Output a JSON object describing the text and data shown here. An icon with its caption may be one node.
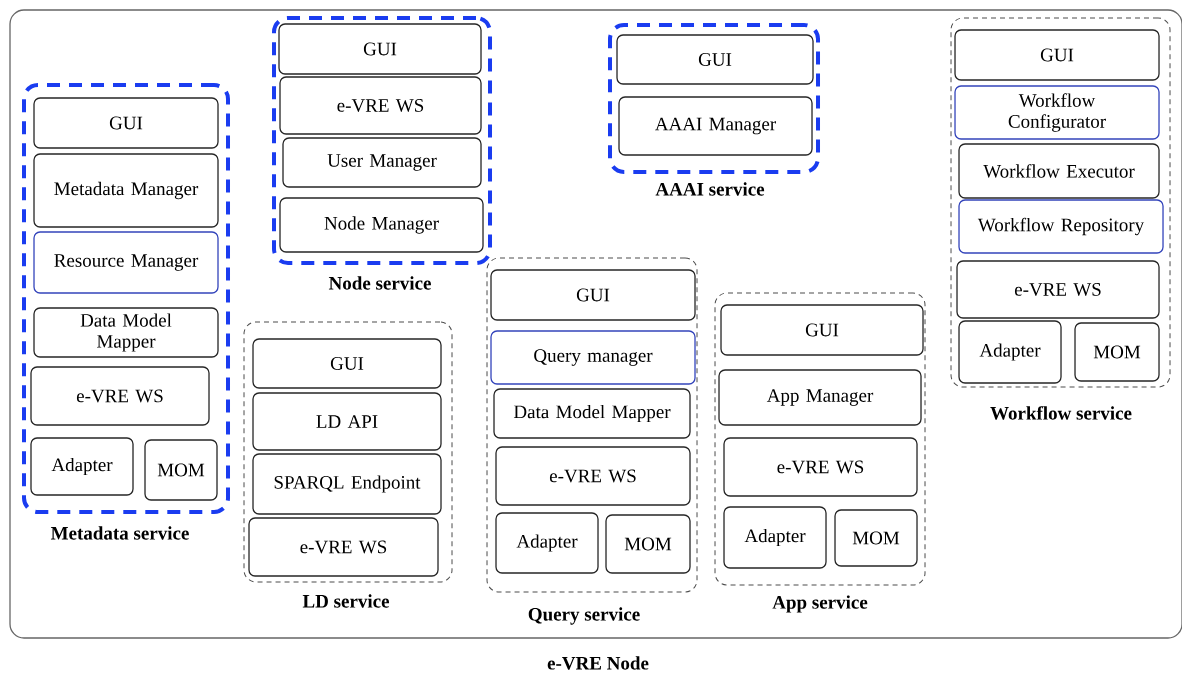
{
  "diagram": {
    "nodes": [
      {
        "text": [
          "e-VRE Node"
        ]
      },
      {
        "text": [
          "Metadata service"
        ],
        "in": 0
      },
      {
        "text": [
          "GUI"
        ],
        "in": 1
      },
      {
        "text": [
          "Metadata Manager"
        ],
        "in": 1
      },
      {
        "text": [
          "Resource Manager"
        ],
        "in": 1
      },
      {
        "text": [
          "Data Model Mapper"
        ],
        "in": 1
      },
      {
        "text": [
          "e-VRE WS"
        ],
        "in": 1
      },
      {
        "text": [
          "Adapter"
        ],
        "in": 1
      },
      {
        "text": [
          "MOM"
        ],
        "in": 1
      },
      {
        "text": [
          "Node service"
        ],
        "in": 0
      },
      {
        "text": [
          "GUI"
        ],
        "in": 9
      },
      {
        "text": [
          "e-VRE WS"
        ],
        "in": 9
      },
      {
        "text": [
          "User Manager"
        ],
        "in": 9
      },
      {
        "text": [
          "Node Manager"
        ],
        "in": 9
      },
      {
        "text": [
          "LD service"
        ],
        "in": 0
      },
      {
        "text": [
          "GUI"
        ],
        "in": 14
      },
      {
        "text": [
          "LD API"
        ],
        "in": 14
      },
      {
        "text": [
          "SPARQL Endpoint"
        ],
        "in": 14
      },
      {
        "text": [
          "e-VRE WS"
        ],
        "in": 14
      },
      {
        "text": [
          "Query service"
        ],
        "in": 0
      },
      {
        "text": [
          "GUI"
        ],
        "in": 19
      },
      {
        "text": [
          "Query manager"
        ],
        "in": 19
      },
      {
        "text": [
          "Data Model Mapper"
        ],
        "in": 19
      },
      {
        "text": [
          "e-VRE WS"
        ],
        "in": 19
      },
      {
        "text": [
          "Adapter"
        ],
        "in": 19
      },
      {
        "text": [
          "MOM"
        ],
        "in": 19
      },
      {
        "text": [
          "AAAI service"
        ],
        "in": 0
      },
      {
        "text": [
          "GUI"
        ],
        "in": 26
      },
      {
        "text": [
          "AAAI Manager"
        ],
        "in": 26
      },
      {
        "text": [
          "App service"
        ],
        "in": 0
      },
      {
        "text": [
          "GUI"
        ],
        "in": 29
      },
      {
        "text": [
          "App Manager"
        ],
        "in": 29
      },
      {
        "text": [
          "e-VRE WS"
        ],
        "in": 29
      },
      {
        "text": [
          "Adapter"
        ],
        "in": 29
      },
      {
        "text": [
          "MOM"
        ],
        "in": 29
      },
      {
        "text": [
          "Workflow service"
        ],
        "in": 0
      },
      {
        "text": [
          "GUI"
        ],
        "in": 35
      },
      {
        "text": [
          "Workflow Configurator"
        ],
        "in": 35
      },
      {
        "text": [
          "Workflow Executor"
        ],
        "in": 35
      },
      {
        "text": [
          "Workflow Repository"
        ],
        "in": 35
      },
      {
        "text": [
          "e-VRE WS"
        ],
        "in": 35
      },
      {
        "text": [
          "Adapter"
        ],
        "in": 35
      },
      {
        "text": [
          "MOM"
        ],
        "in": 35
      }
    ]
  }
}
